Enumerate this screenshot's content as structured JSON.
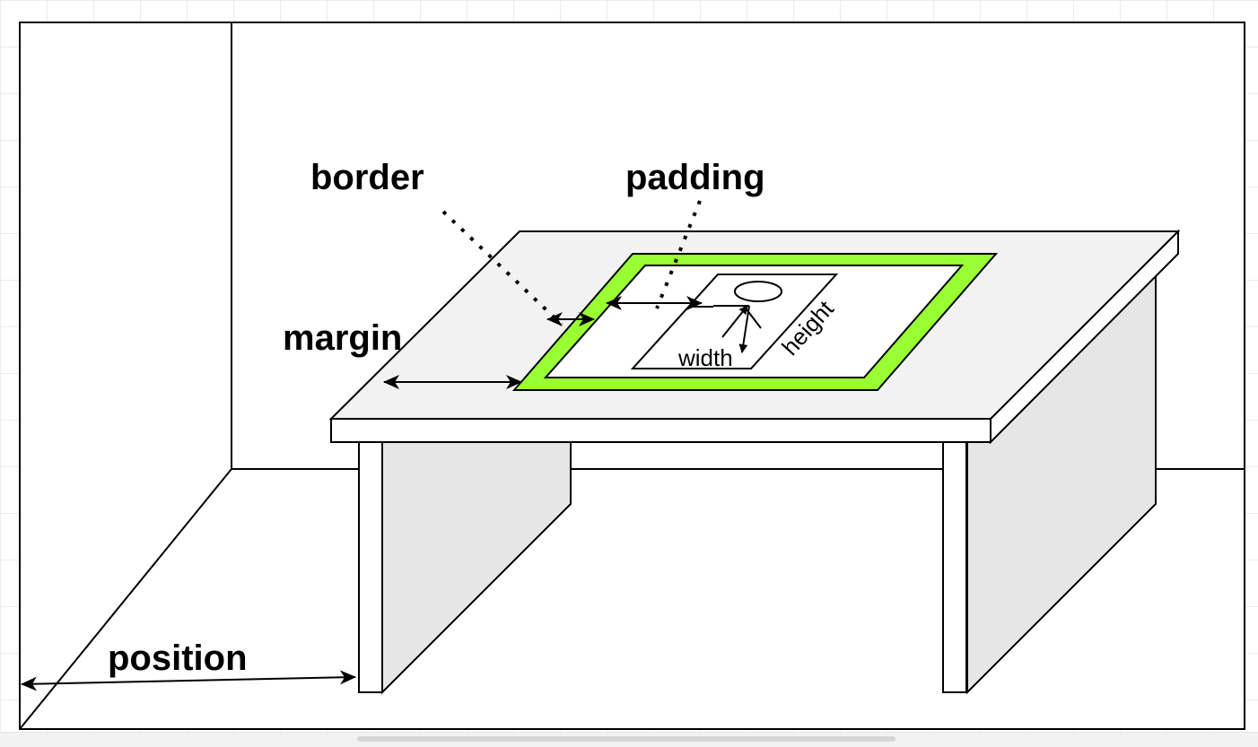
{
  "labels": {
    "border": "border",
    "padding": "padding",
    "margin": "margin",
    "position": "position",
    "width": "width",
    "height": "height"
  },
  "colors": {
    "border_highlight": "#99ff33",
    "surface_fill": "#f2f2f2",
    "leg_fill": "#e6e6e6",
    "stroke": "#000000"
  }
}
